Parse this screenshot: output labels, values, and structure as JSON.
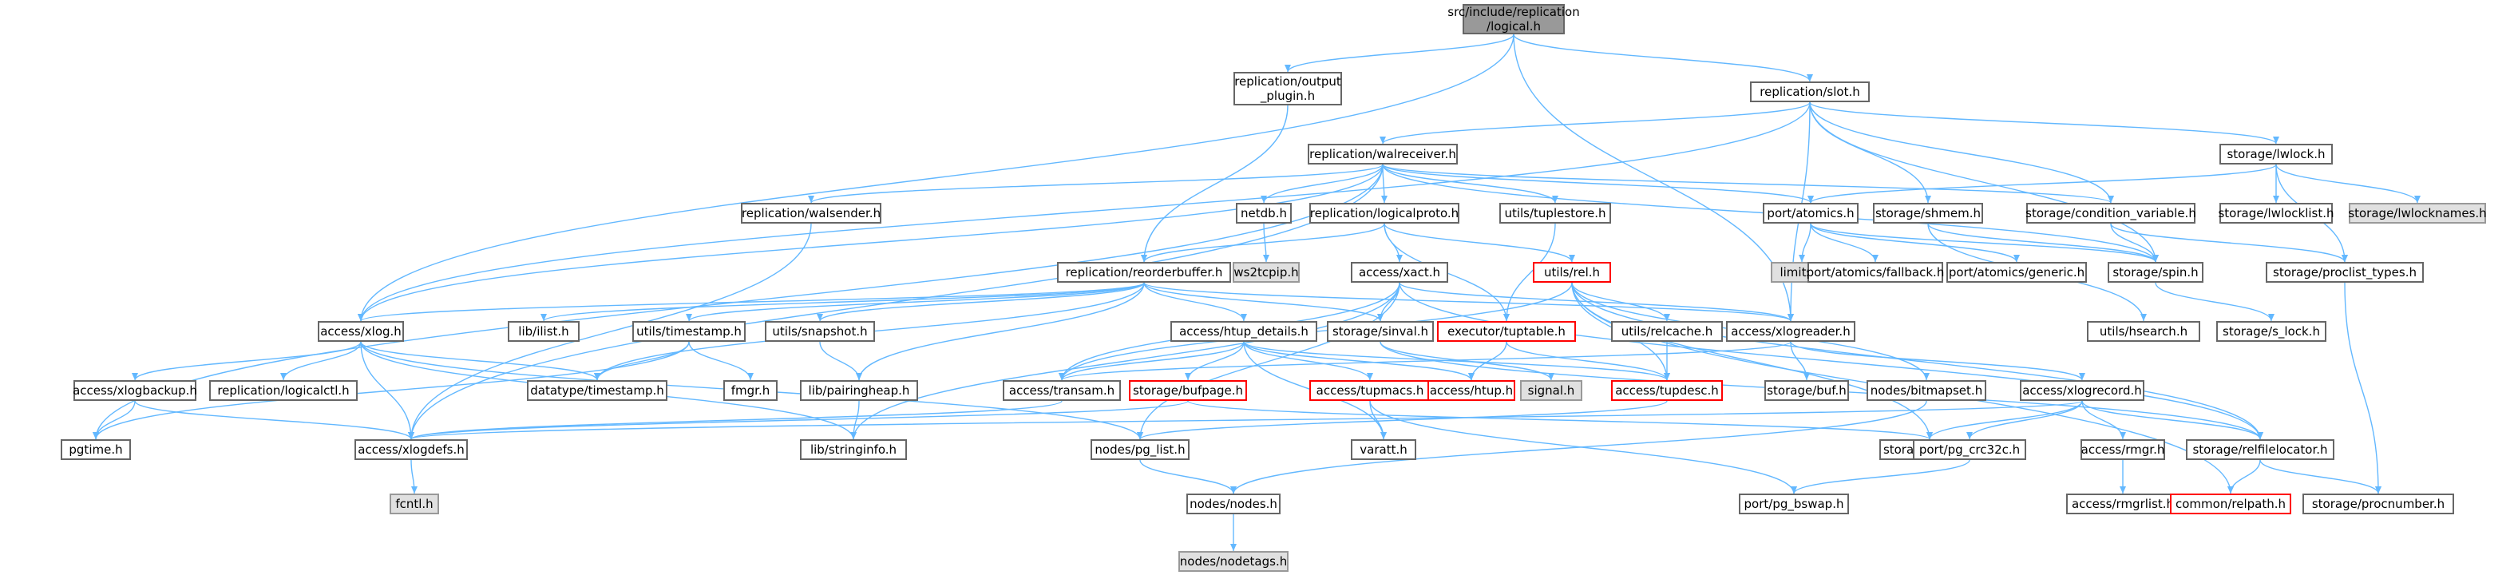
{
  "colors": {
    "edge": "#63b8ff",
    "border": "#666666",
    "highlight": "#ff0000",
    "root_fill": "#999999",
    "ext_fill": "#e0e0e0"
  },
  "nodes": {
    "logical_h": "src/include/replication\n/logical.h",
    "output_plugin": "replication/output\n_plugin.h",
    "slot": "replication/slot.h",
    "walreceiver": "replication/walreceiver.h",
    "lwlock": "storage/lwlock.h",
    "walsender": "replication/walsender.h",
    "netdb": "netdb.h",
    "logicalproto": "replication/logicalproto.h",
    "tuplestore": "utils/tuplestore.h",
    "atomics": "port/atomics.h",
    "shmem": "storage/shmem.h",
    "condvar": "storage/condition_variable.h",
    "lwlocklist": "storage/lwlocklist.h",
    "lwlocknames": "storage/lwlocknames.h",
    "reorderbuffer": "replication/reorderbuffer.h",
    "ws2tcpip": "ws2tcpip.h",
    "xact": "access/xact.h",
    "rel": "utils/rel.h",
    "limits": "limits.h",
    "fallback": "port/atomics/fallback.h",
    "generic": "port/atomics/generic.h",
    "spin": "storage/spin.h",
    "proclist_types": "storage/proclist_types.h",
    "xlog": "access/xlog.h",
    "ilist": "lib/ilist.h",
    "timestamp": "utils/timestamp.h",
    "snapshot": "utils/snapshot.h",
    "htup_details": "access/htup_details.h",
    "sinval": "storage/sinval.h",
    "tuptable": "executor/tuptable.h",
    "relcache": "utils/relcache.h",
    "xlogreader": "access/xlogreader.h",
    "hsearch": "utils/hsearch.h",
    "s_lock": "storage/s_lock.h",
    "xlogbackup": "access/xlogbackup.h",
    "logicalctl": "replication/logicalctl.h",
    "datatype_timestamp": "datatype/timestamp.h",
    "fmgr": "fmgr.h",
    "pairingheap": "lib/pairingheap.h",
    "transam": "access/transam.h",
    "bufpage": "storage/bufpage.h",
    "tupmacs": "access/tupmacs.h",
    "htup": "access/htup.h",
    "signal": "signal.h",
    "tupdesc": "access/tupdesc.h",
    "bitmapset": "nodes/bitmapset.h",
    "buf": "storage/buf.h",
    "xlogrecord": "access/xlogrecord.h",
    "pgtime": "pgtime.h",
    "xlogdefs": "access/xlogdefs.h",
    "stringinfo": "lib/stringinfo.h",
    "pg_list": "nodes/pg_list.h",
    "varatt": "varatt.h",
    "block": "storage/block.h",
    "crc32c": "port/pg_crc32c.h",
    "rmgr": "access/rmgr.h",
    "relfilelocator": "storage/relfilelocator.h",
    "fcntl": "fcntl.h",
    "nodes": "nodes/nodes.h",
    "bswap": "port/pg_bswap.h",
    "rmgrlist": "access/rmgrlist.h",
    "relpath": "common/relpath.h",
    "procnumber": "storage/procnumber.h",
    "nodetags": "nodes/nodetags.h"
  }
}
